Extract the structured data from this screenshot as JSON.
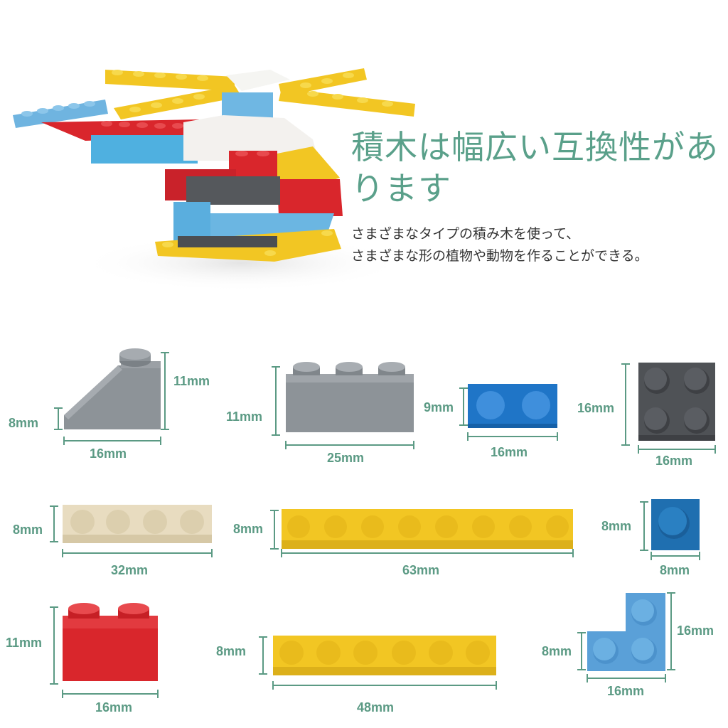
{
  "heading": {
    "line1": "積木は幅広い互換性があ",
    "line2": "ります"
  },
  "subtitle": {
    "line1": "さまざまなタイプの積み木を使って、",
    "line2": "さまざまな形の植物や動物を作ることができる。"
  },
  "colors": {
    "accent": "#5b9a84",
    "yellow": "#f2c623",
    "red": "#d9262c",
    "sky": "#5fb3e0",
    "gray": "#8d9398",
    "dark": "#4f5256",
    "blue": "#1f75c7",
    "tan": "#e8dcc0"
  },
  "pieces": {
    "slope": {
      "width": "16mm",
      "height": "11mm",
      "low": "8mm"
    },
    "brick_1x3": {
      "width": "25mm",
      "height": "11mm"
    },
    "plate_1x2": {
      "width": "16mm",
      "height": "9mm"
    },
    "plate_2x2": {
      "width": "16mm",
      "height": "16mm"
    },
    "plate_1x4": {
      "width": "32mm",
      "height": "8mm"
    },
    "plate_1x8": {
      "width": "63mm",
      "height": "8mm"
    },
    "tile_1x1": {
      "width": "8mm",
      "height": "8mm"
    },
    "brick_1x2": {
      "width": "16mm",
      "height": "11mm"
    },
    "plate_1x6": {
      "width": "48mm",
      "height": "8mm"
    },
    "corner_plate": {
      "width": "16mm",
      "height": "16mm",
      "depth": "8mm"
    }
  }
}
